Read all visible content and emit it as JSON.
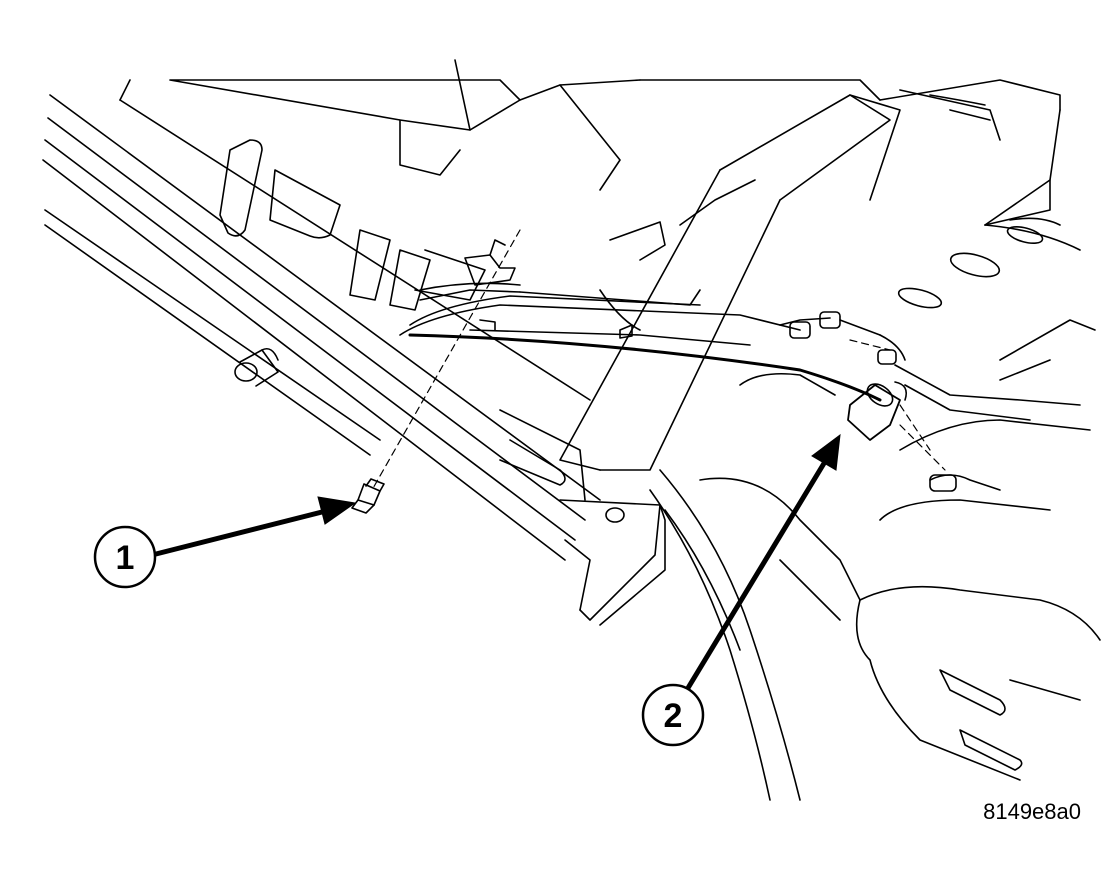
{
  "callouts": [
    {
      "number": "1",
      "target": "bolt"
    },
    {
      "number": "2",
      "target": "hose-fitting"
    }
  ],
  "figure_id": "8149e8a0",
  "colors": {
    "line": "#000000",
    "background": "#ffffff"
  }
}
